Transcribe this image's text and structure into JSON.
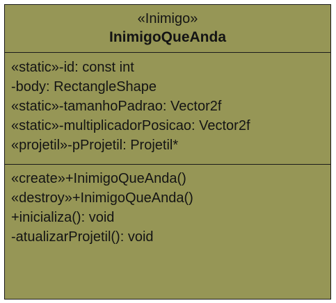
{
  "uml_class": {
    "stereotype": "«Inimigo»",
    "name": "InimigoQueAnda",
    "attributes": [
      "«static»-id: const int",
      "-body: RectangleShape",
      "«static»-tamanhoPadrao: Vector2f",
      "«static»-multiplicadorPosicao: Vector2f",
      "«projetil»-pProjetil: Projetil*"
    ],
    "operations": [
      "«create»+InimigoQueAnda()",
      "«destroy»+InimigoQueAnda()",
      "+inicializa(): void",
      "-atualizarProjetil(): void"
    ]
  },
  "colors": {
    "fill": "#969656",
    "border": "#1a1a1a",
    "text": "#141414"
  }
}
